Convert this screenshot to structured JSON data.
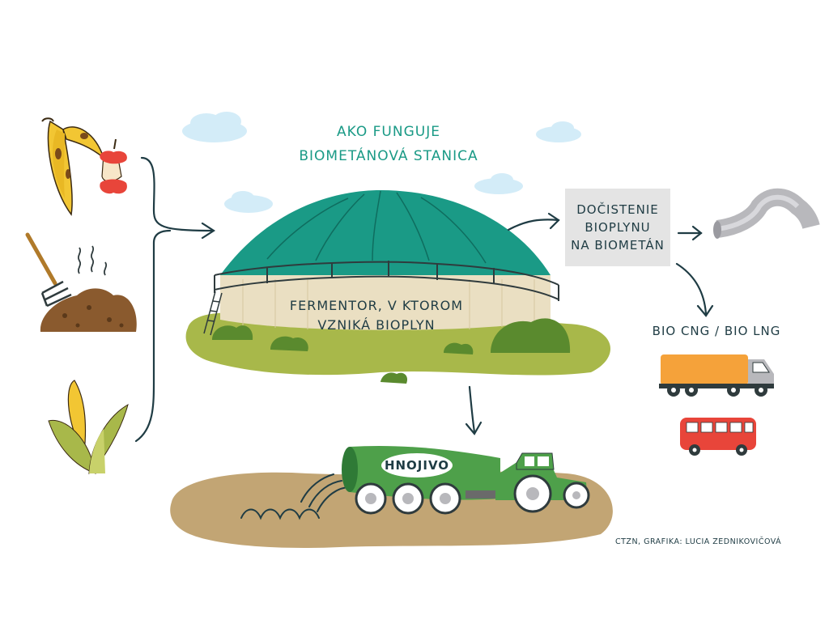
{
  "title_line1": "AKO FUNGUJE",
  "title_line2": "BIOMETÁNOVÁ STANICA",
  "fermentor_line1": "FERMENTOR, V KTOROM",
  "fermentor_line2": "VZNIKÁ BIOPLYN",
  "purification_line1": "DOČISTENIE",
  "purification_line2": "BIOPLYNU",
  "purification_line3": "NA BIOMETÁN",
  "fuel_label": "BIO CNG / BIO LNG",
  "tanker_label": "HNOJIVO",
  "credit": "CTZN, GRAFIKA: LUCIA ZEDNIKOVIČOVÁ",
  "colors": {
    "dome": "#1a9a86",
    "tank_wall": "#eadfc2",
    "grass": "#a8b84a",
    "bush": "#5a8a2e",
    "soil": "#c2a574",
    "tanker": "#4ea04a",
    "truck_cargo": "#f5a23a",
    "bus": "#e8453a",
    "pipe": "#b8b8bc",
    "arrow": "#1f3c44",
    "cloud": "#d3ecf8"
  }
}
